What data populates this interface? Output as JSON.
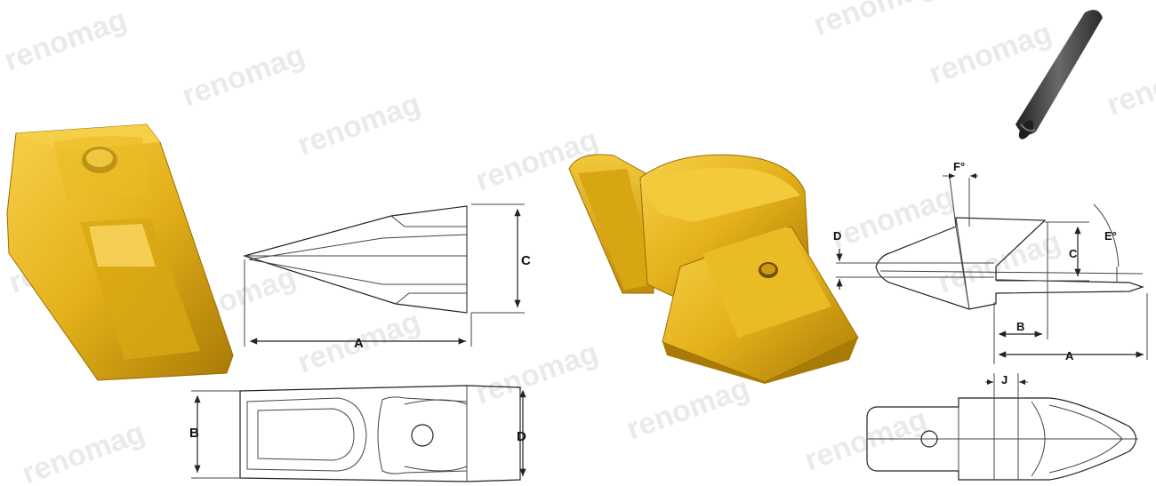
{
  "watermark": {
    "text": "renomag",
    "color": "#d9d9d9"
  },
  "colors": {
    "metal_yellow": "#e4b11a",
    "metal_dark": "#b07f08",
    "line": "#222222",
    "pin": "#3a3a3a"
  },
  "tooth_diagram": {
    "dimension_labels": {
      "a": "A",
      "b": "B",
      "c": "C",
      "d": "D"
    }
  },
  "adapter_diagram": {
    "dimension_labels": {
      "a": "A",
      "b": "B",
      "c": "C",
      "d": "D",
      "e": "E°",
      "f": "F°",
      "j": "J"
    }
  }
}
